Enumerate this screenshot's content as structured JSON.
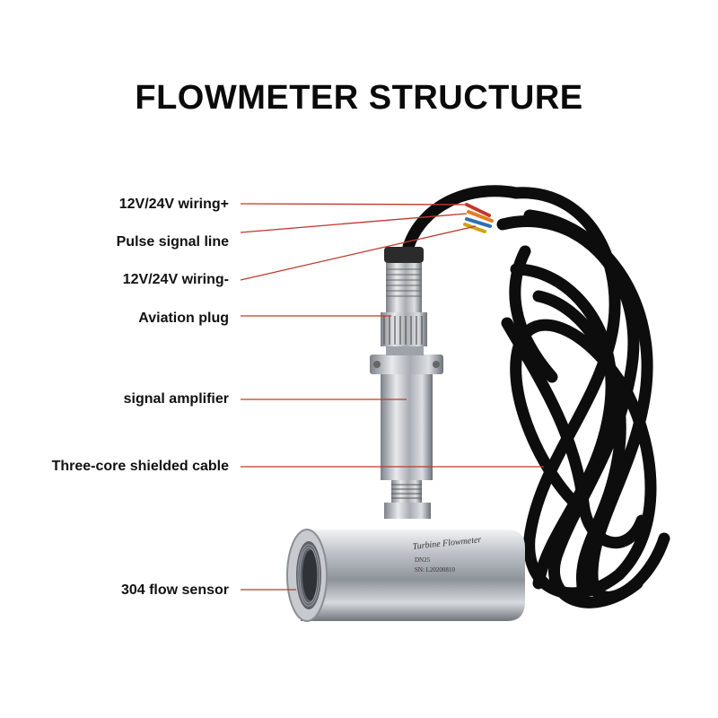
{
  "title": "FLOWMETER STRUCTURE",
  "colors": {
    "leader_line": "#c0392b",
    "cable": "#0d0d0d",
    "steel": "#c9ccd1"
  },
  "labels": [
    {
      "id": "wiring-plus",
      "text": "12V/24V wiring+"
    },
    {
      "id": "pulse-signal",
      "text": "Pulse signal line"
    },
    {
      "id": "wiring-minus",
      "text": "12V/24V wiring-"
    },
    {
      "id": "aviation-plug",
      "text": "Aviation plug"
    },
    {
      "id": "signal-amplifier",
      "text": "signal amplifier"
    },
    {
      "id": "shielded-cable",
      "text": "Three-core shielded cable"
    },
    {
      "id": "flow-sensor",
      "text": "304 flow sensor"
    }
  ],
  "product_marking": {
    "name": "Turbine Flowmeter",
    "model": "DN25",
    "serial": "SN: L20200810"
  }
}
